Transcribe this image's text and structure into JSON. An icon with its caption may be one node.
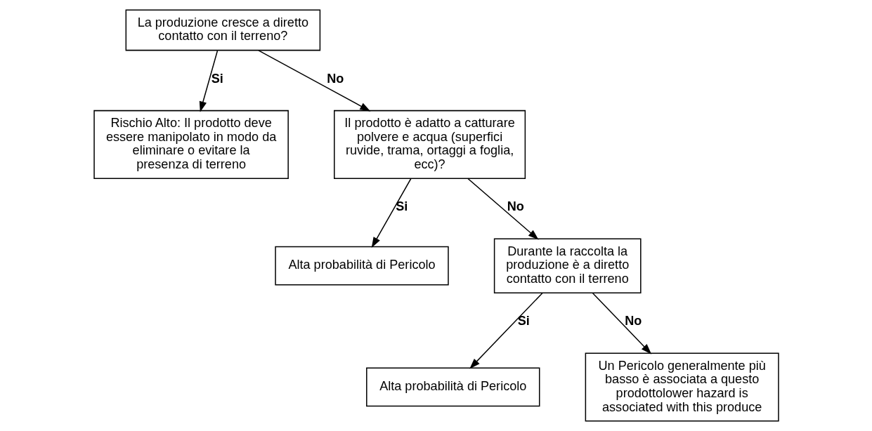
{
  "diagram": {
    "nodes": [
      {
        "text": [
          "La produzione cresce a diretto contatto con il terreno?"
        ]
      },
      {
        "text": [
          "Rischio Alto: Il prodotto deve essere manipolato in modo da eliminare o evitare la presenza di terreno"
        ]
      },
      {
        "text": [
          "Il prodotto è adatto a catturare polvere e acqua (superfici ruvide, trama, ortaggi a foglia, ecc)?"
        ]
      },
      {
        "text": [
          "Alta probabilità di Pericolo"
        ]
      },
      {
        "text": [
          "Durante la raccolta la produzione è a diretto contatto con il terreno"
        ]
      },
      {
        "text": [
          "Alta probabilità di Pericolo"
        ]
      },
      {
        "text": [
          "Un Pericolo generalmente più basso è associata a questo prodottolower hazard is associated with this produce"
        ]
      }
    ],
    "edges": [
      {
        "from": 0,
        "to": 1,
        "arrow": "to",
        "label": "Si"
      },
      {
        "from": 0,
        "to": 2,
        "arrow": "to",
        "label": "No"
      },
      {
        "from": 2,
        "to": 3,
        "arrow": "to",
        "label": "Si"
      },
      {
        "from": 2,
        "to": 4,
        "arrow": "to",
        "label": "No"
      },
      {
        "from": 4,
        "to": 5,
        "arrow": "to",
        "label": "Si"
      },
      {
        "from": 4,
        "to": 6,
        "arrow": "to",
        "label": "No"
      }
    ]
  }
}
